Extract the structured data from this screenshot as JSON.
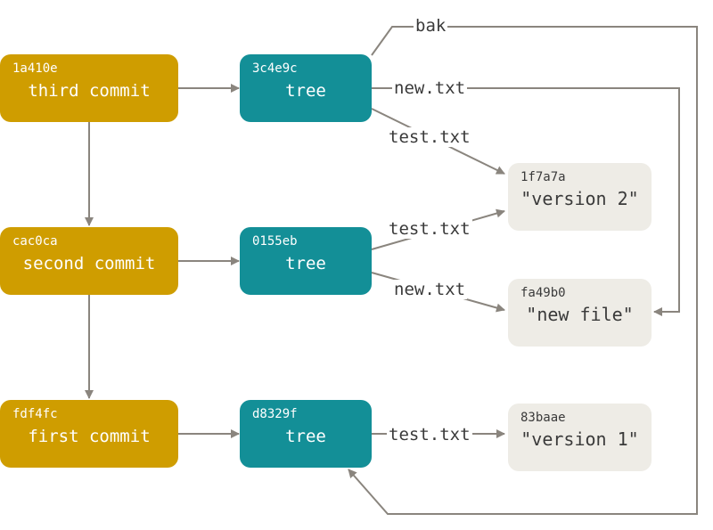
{
  "colors": {
    "commit": "#cf9d00",
    "tree": "#138f97",
    "blob": "#eeece6",
    "arrow": "#8a857e"
  },
  "commits": [
    {
      "hash": "1a410e",
      "label": "third commit"
    },
    {
      "hash": "cac0ca",
      "label": "second commit"
    },
    {
      "hash": "fdf4fc",
      "label": "first commit"
    }
  ],
  "trees": [
    {
      "hash": "3c4e9c",
      "label": "tree"
    },
    {
      "hash": "0155eb",
      "label": "tree"
    },
    {
      "hash": "d8329f",
      "label": "tree"
    }
  ],
  "blobs": [
    {
      "hash": "1f7a7a",
      "label": "\"version 2\""
    },
    {
      "hash": "fa49b0",
      "label": "\"new file\""
    },
    {
      "hash": "83baae",
      "label": "\"version 1\""
    }
  ],
  "edges": {
    "bak": "bak",
    "t1_new": "new.txt",
    "t1_test": "test.txt",
    "t2_test": "test.txt",
    "t2_new": "new.txt",
    "t3_test": "test.txt"
  }
}
